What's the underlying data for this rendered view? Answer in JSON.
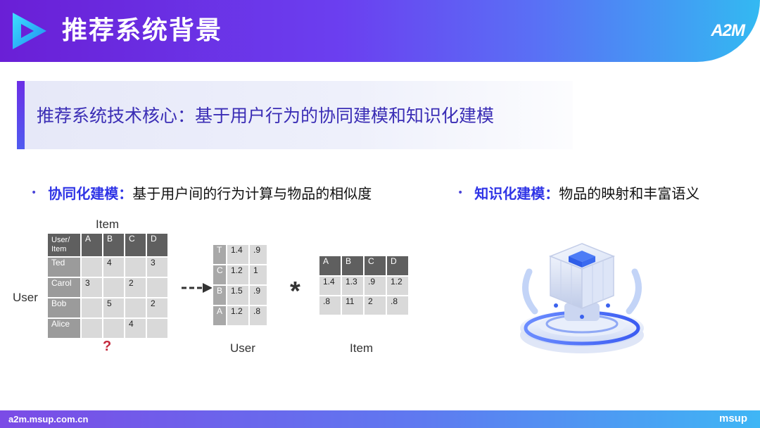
{
  "header": {
    "title": "推荐系统背景",
    "brand": "A2M"
  },
  "banner": {
    "text": "推荐系统技术核心：基于用户行为的协同建模和知识化建模"
  },
  "bullets": [
    {
      "term": "协同化建模：",
      "desc": "基于用户间的行为计算与物品的相似度"
    },
    {
      "term": "知识化建模：",
      "desc": "物品的映射和丰富语义"
    }
  ],
  "figure": {
    "item_label": "Item",
    "user_label": "User",
    "question_mark": "?",
    "operator": "*",
    "user_matrix_label": "User",
    "item_matrix_label": "Item",
    "rating_matrix": {
      "corner": "User/ Item",
      "columns": [
        "A",
        "B",
        "C",
        "D"
      ],
      "rows": [
        {
          "name": "Ted",
          "cells": [
            "",
            "4",
            "",
            "3"
          ]
        },
        {
          "name": "Carol",
          "cells": [
            "3",
            "",
            "2",
            ""
          ]
        },
        {
          "name": "Bob",
          "cells": [
            "",
            "5",
            "",
            "2"
          ]
        },
        {
          "name": "Alice",
          "cells": [
            "",
            "",
            "4",
            ""
          ]
        }
      ]
    },
    "user_matrix": [
      {
        "name": "T",
        "cells": [
          "1.4",
          ".9"
        ]
      },
      {
        "name": "C",
        "cells": [
          "1.2",
          "1"
        ]
      },
      {
        "name": "B",
        "cells": [
          "1.5",
          ".9"
        ]
      },
      {
        "name": "A",
        "cells": [
          "1.2",
          ".8"
        ]
      }
    ],
    "item_matrix": {
      "columns": [
        "A",
        "B",
        "C",
        "D"
      ],
      "rows": [
        [
          "1.4",
          "1.3",
          ".9",
          "1.2"
        ],
        [
          ".8",
          "11",
          "2",
          ".8"
        ]
      ]
    }
  },
  "footer": {
    "url": "a2m.msup.com.cn",
    "brand": "msup"
  },
  "icons": [
    "play-logo-icon",
    "dashed-arrow-icon",
    "3d-cube-platform-icon"
  ],
  "colors": {
    "header_start": "#6a1fd6",
    "header_end": "#33b9f2",
    "accent_text": "#2f34e6",
    "banner_text": "#3a2db5",
    "question": "#c4283c"
  }
}
